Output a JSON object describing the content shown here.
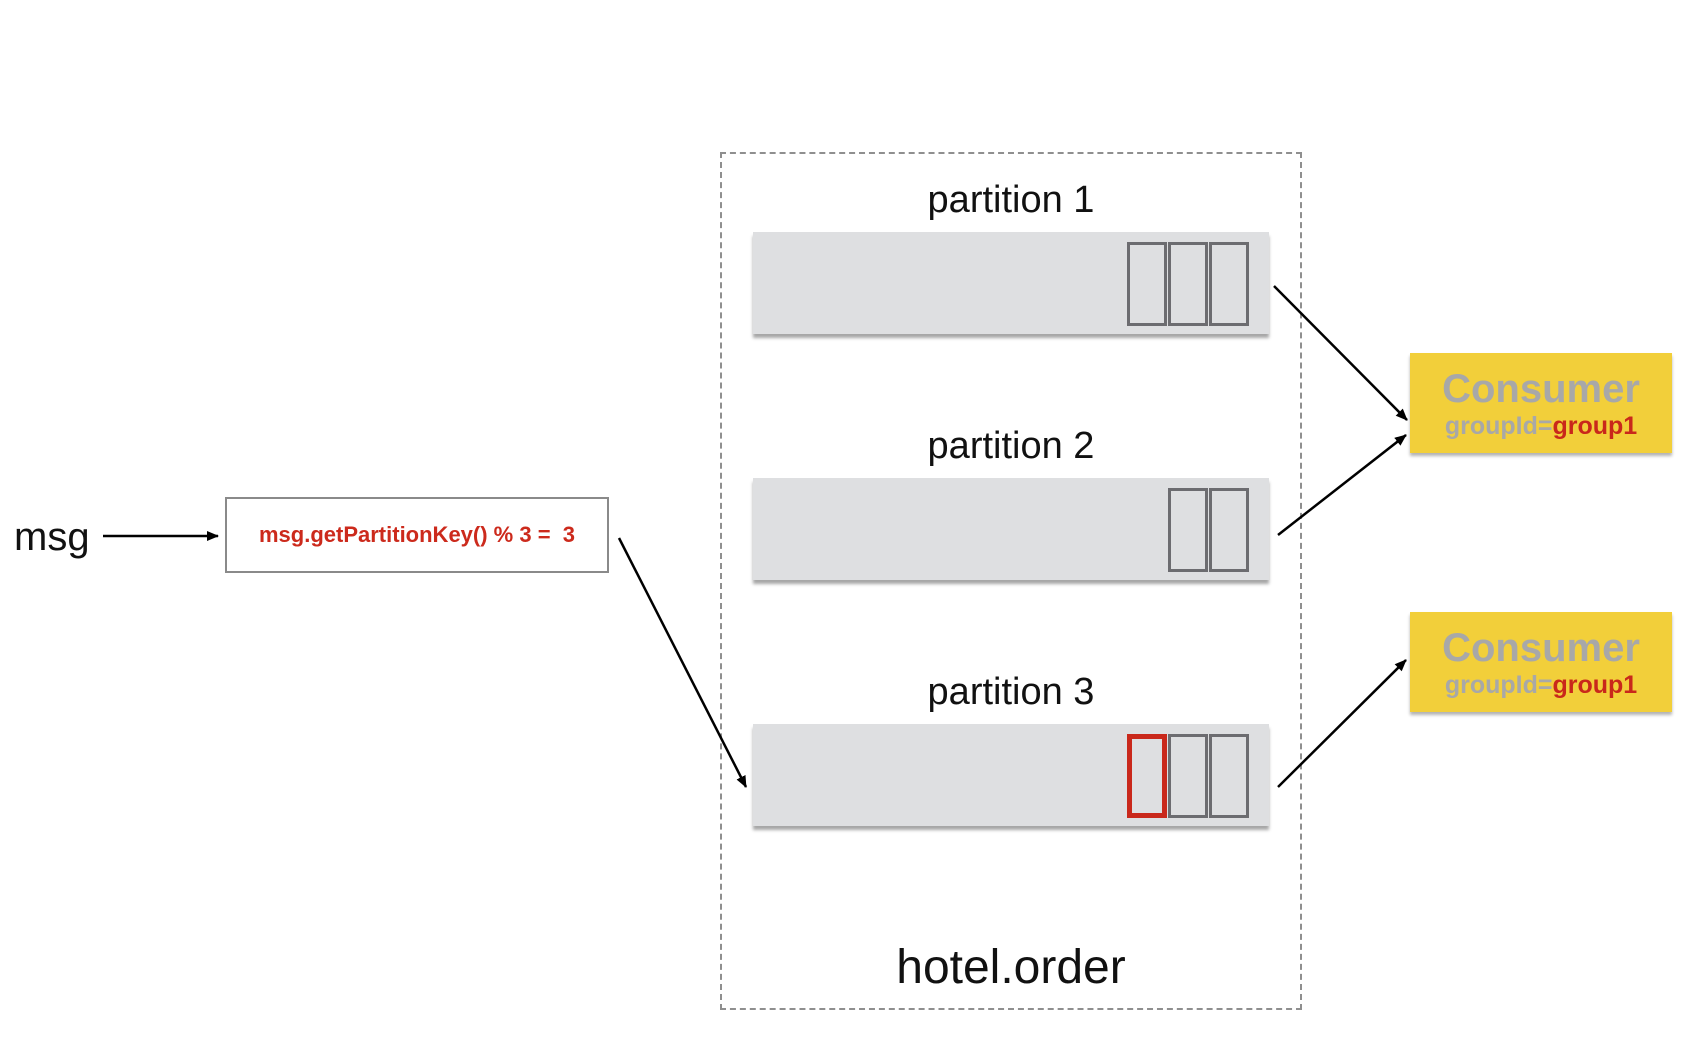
{
  "producer": {
    "message_label": "msg",
    "routing_formula": "msg.getPartitionKey() % 3 =  3"
  },
  "topic": {
    "name": "hotel.order",
    "partitions": [
      {
        "title": "partition 1",
        "message_count": 3,
        "highlighted_slot": null
      },
      {
        "title": "partition 2",
        "message_count": 2,
        "highlighted_slot": null
      },
      {
        "title": "partition 3",
        "message_count": 3,
        "highlighted_slot": 0
      }
    ]
  },
  "consumers": [
    {
      "title": "Consumer",
      "group_key": "groupId=",
      "group_value": "group1"
    },
    {
      "title": "Consumer",
      "group_key": "groupId=",
      "group_value": "group1"
    }
  ],
  "colors": {
    "highlight": "#c9281b",
    "consumer_fill": "#f2cf3a",
    "partition_fill": "#dedfe1",
    "slot_border": "#6c6c70"
  }
}
